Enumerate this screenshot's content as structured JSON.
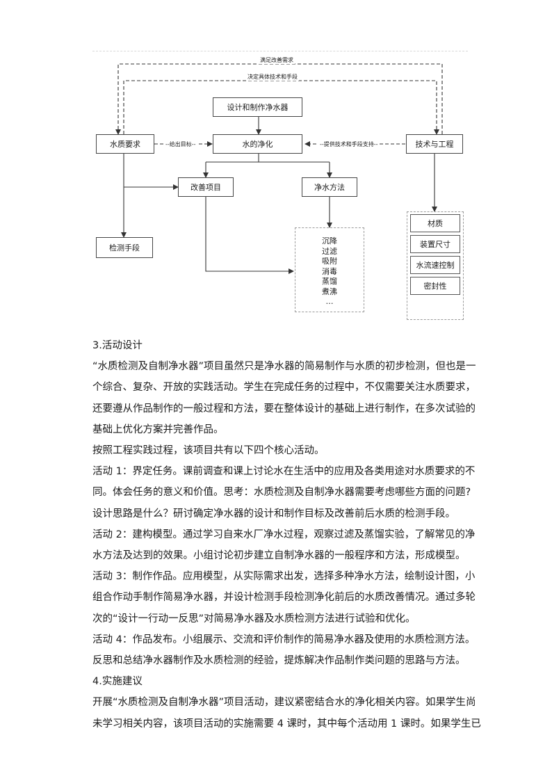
{
  "diagram": {
    "loop_top_label": "满足改善需求",
    "loop_inner_label": "决定具体技术和手段",
    "design_box": "设计和制作净水器",
    "quality_box": "水质要求",
    "purify_box": "水的净化",
    "tech_box": "技术与工程",
    "label_give_goal": "--给出目标--",
    "label_provide": "--提供技术和手段支持--",
    "improve_box": "改善项目",
    "method_box": "净水方法",
    "detect_box": "检测手段",
    "methods": [
      "沉降",
      "过滤",
      "吸附",
      "消毒",
      "蒸馏",
      "煮沸",
      "…"
    ],
    "tech_items": [
      "材质",
      "装置尺寸",
      "水流速控制",
      "密封性"
    ]
  },
  "text": {
    "p1": "3.活动设计",
    "p2": "“水质检测及自制净水器”项目虽然只是净水器的简易制作与水质的初步检测，但也是一",
    "p3": "个综合、复杂、开放的实践活动。学生在完成任务的过程中，不仅需要关注水质要求，",
    "p4": "还要遵从作品制作的一般过程和方法，要在整体设计的基础上进行制作，在多次试验的",
    "p5": "基础上优化方案并完善作品。",
    "p6": "按照工程实践过程，该项目共有以下四个核心活动。",
    "p7": "活动 1：界定任务。课前调查和课上讨论水在生活中的应用及各类用途对水质要求的不",
    "p8": "同。体会任务的意义和价值。思考：水质检测及自制净水器需要考虑哪些方面的问题?",
    "p9": "设计思路是什么？研讨确定净水器的设计和制作目标及改善前后水质的检测手段。",
    "p10": "活动 2：建构模型。通过学习自来水厂净水过程，观察过滤及蒸馏实验，了解常见的净",
    "p11": "水方法及达到的效果。小组讨论初步建立自制净水器的一般程序和方法，形成模型。",
    "p12": "活动 3：制作作品。应用模型，从实际需求出发，选择多种净水方法，绘制设计图，小",
    "p13": "组合作动手制作简易净水器，并设计检测手段检测净化前后的水质改善情况。通过多轮",
    "p14": "次的“设计一行动一反思”对简易净水器及水质检测方法进行试验和优化。",
    "p15": "活动 4：作品发布。小组展示、交流和评价制作的简易净水器及使用的水质检测方法。",
    "p16": "反思和总结净水器制作及水质检测的经验，提炼解决作品制作类问题的思路与方法。",
    "p17": "4.实施建议",
    "p18": "开展“水质检测及自制净水器”项目活动，建议紧密结合水的净化相关内容。如果学生尚",
    "p19": "未学习相关内容，该项目活动的实施需要 4 课时，其中每个活动用 1 课时。如果学生已"
  }
}
